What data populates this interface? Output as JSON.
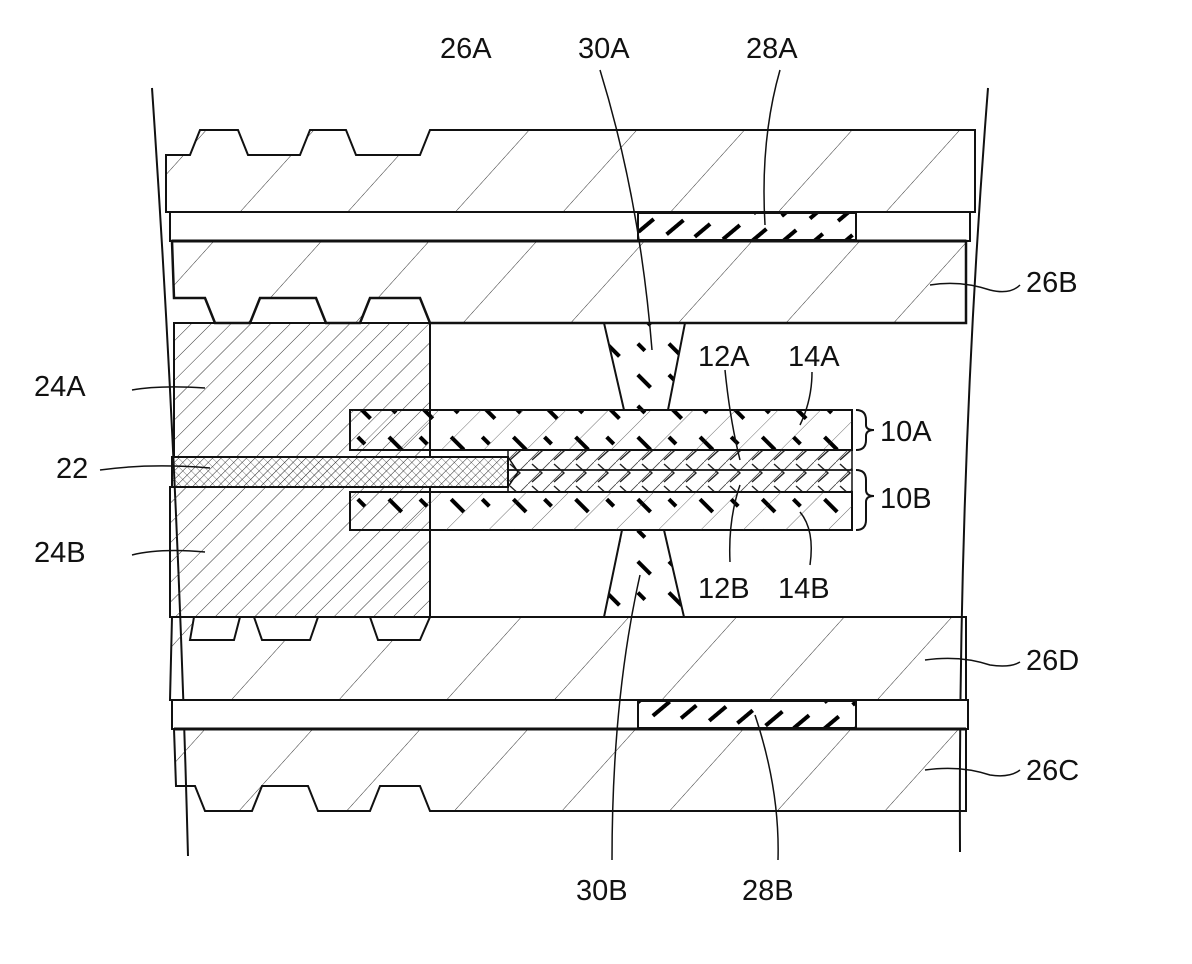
{
  "figure": {
    "labels": {
      "l26A": "26A",
      "l30A": "30A",
      "l28A": "28A",
      "l26B": "26B",
      "l12A": "12A",
      "l14A": "14A",
      "l10A": "10A",
      "l24A": "24A",
      "l22": "22",
      "l10B": "10B",
      "l24B": "24B",
      "l12B": "12B",
      "l14B": "14B",
      "l26D": "26D",
      "l26C": "26C",
      "l30B": "30B",
      "l28B": "28B"
    },
    "colors": {
      "ink": "#111111",
      "paper": "#ffffff",
      "lead_fill": "#d9d9d9"
    }
  }
}
